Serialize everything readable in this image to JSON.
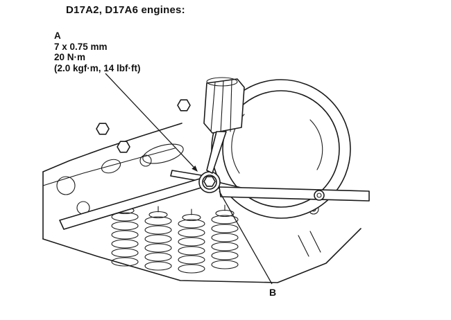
{
  "title": "D17A2, D17A6 engines:",
  "callout_a": {
    "label": "A",
    "thread_size": "7 x 0.75 mm",
    "torque_metric": "20 N·m",
    "torque_alternate": "(2.0 kgf·m, 14 lbf·ft)"
  },
  "callout_b": {
    "label": "B"
  },
  "diagram_colors": {
    "ink": "#1a1a1a",
    "background": "#ffffff"
  }
}
